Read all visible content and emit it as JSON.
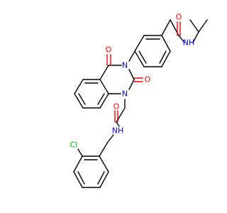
{
  "molecule": {
    "atom_labels": {
      "O_ring_top": "O",
      "O_ring_mid": "O",
      "O_amide_top": "O",
      "O_amide_low": "O",
      "N_ring_3": "N",
      "N_ring_1": "N",
      "NH_isopropyl": "NH",
      "NH_benzyl": "NH",
      "Cl": "Cl"
    },
    "colors": {
      "oxygen": "#ff0000",
      "nitrogen": "#0000ff",
      "chlorine": "#00b000",
      "carbon": "#000000",
      "background": "#ffffff"
    }
  }
}
